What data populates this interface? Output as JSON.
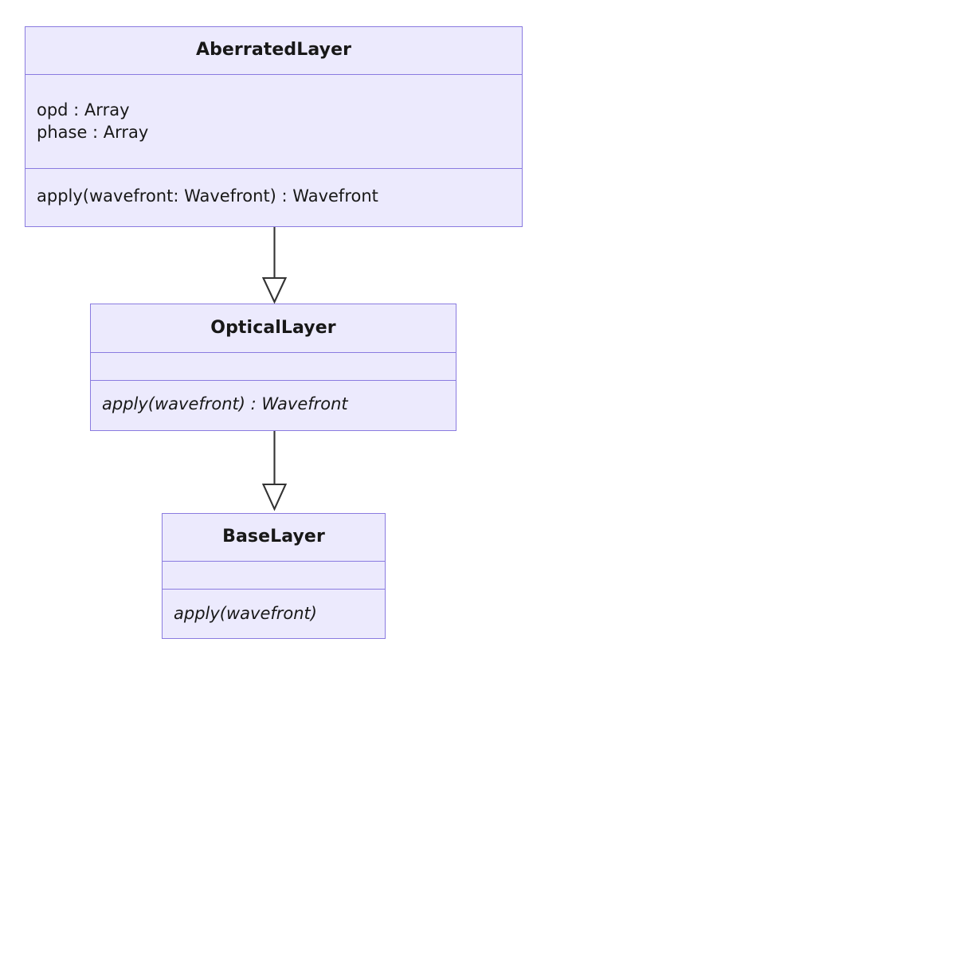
{
  "diagram": {
    "type": "uml-class-diagram",
    "background_color": "#ffffff",
    "node_fill_color": "#ECEAFD",
    "node_border_color": "#8A7BE0",
    "text_color": "#181818",
    "edge_color": "#333333",
    "classes": [
      {
        "id": "aberratedlayer",
        "name": "AberratedLayer",
        "abstract": false,
        "attributes": [
          "opd : Array",
          "phase : Array"
        ],
        "methods": [
          {
            "signature": "apply(wavefront: Wavefront) : Wavefront",
            "abstract": false
          }
        ]
      },
      {
        "id": "opticallayer",
        "name": "OpticalLayer",
        "abstract": true,
        "attributes": [],
        "methods": [
          {
            "signature": "apply(wavefront) : Wavefront",
            "abstract": true
          }
        ]
      },
      {
        "id": "baselayer",
        "name": "BaseLayer",
        "abstract": true,
        "attributes": [],
        "methods": [
          {
            "signature": "apply(wavefront)",
            "abstract": true
          }
        ]
      }
    ],
    "relationships": [
      {
        "id": "aberratedlayer-to-opticallayer",
        "kind": "generalization",
        "arrowhead": "hollow-triangle",
        "line": "solid",
        "from": "AberratedLayer",
        "to": "OpticalLayer"
      },
      {
        "id": "opticallayer-to-baselayer",
        "kind": "generalization",
        "arrowhead": "hollow-triangle",
        "line": "solid",
        "from": "OpticalLayer",
        "to": "BaseLayer"
      }
    ]
  }
}
